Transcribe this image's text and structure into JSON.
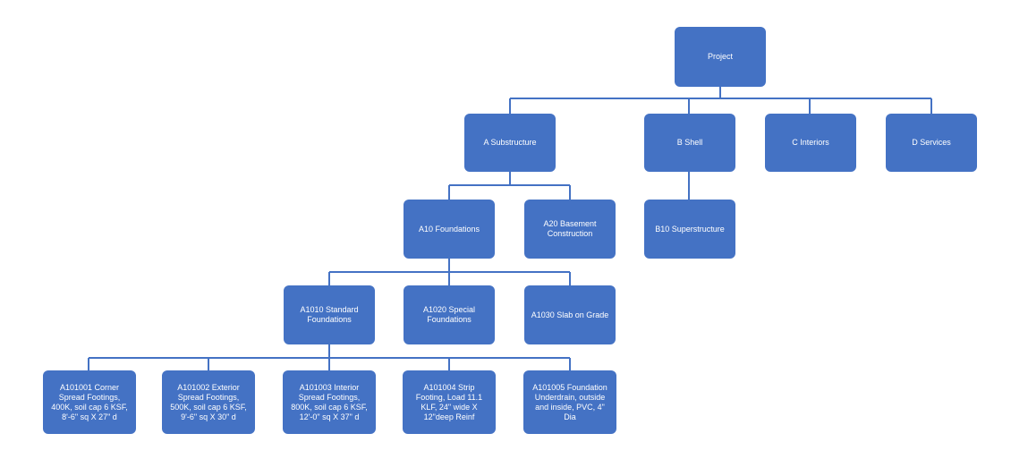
{
  "diagram": {
    "colors": {
      "node_fill": "#4472c4",
      "node_text": "#ffffff",
      "connector": "#4472c4"
    },
    "nodes": {
      "project": "Project",
      "a_substructure": "A Substructure",
      "b_shell": "B Shell",
      "c_interiors": "C Interiors",
      "d_services": "D Services",
      "a10_foundations": "A10 Foundations",
      "a20_basement": "A20 Basement Construction",
      "b10_superstructure": "B10 Superstructure",
      "a1010_standard": "A1010 Standard Foundations",
      "a1020_special": "A1020 Special Foundations",
      "a1030_slab": "A1030 Slab on Grade",
      "a101001": "A101001 Corner Spread Footings, 400K, soil cap 6 KSF, 8'-6\" sq X 27\" d",
      "a101002": "A101002 Exterior Spread Footings, 500K, soil cap 6 KSF, 9'-6\" sq X 30\" d",
      "a101003": "A101003 Interior Spread Footings, 800K, soil cap 6 KSF, 12'-0\" sq X 37\" d",
      "a101004": "A101004 Strip Footing, Load 11.1 KLF, 24\" wide X 12\"deep Reinf",
      "a101005": "A101005 Foundation Underdrain, outside and inside, PVC, 4\" Dia"
    }
  }
}
